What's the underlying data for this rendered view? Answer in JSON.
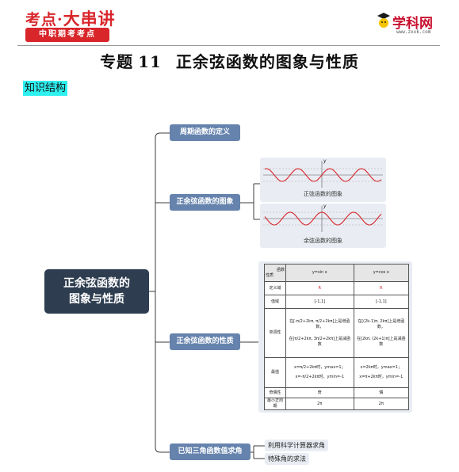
{
  "header": {
    "brand_a": "考点",
    "brand_sep": "·",
    "brand_b": "大串讲",
    "brand_sub": "中职期考考点",
    "logo_text": "学科网",
    "logo_url": "www.zxxk.com",
    "colors": {
      "brand": "#d8262b",
      "logo": "#c8102e"
    }
  },
  "title": {
    "prefix": "专题",
    "num": "11",
    "text": "正余弦函数的图象与性质"
  },
  "keyword": "知识结构",
  "map": {
    "root": [
      "正余弦函数的",
      "图象与性质"
    ],
    "branches": [
      "周期函数的定义",
      "正余弦函数的图象",
      "正余弦函数的性质",
      "已知三角函数值求角"
    ],
    "graph_captions": [
      "正弦函数的图象",
      "余弦函数的图象"
    ],
    "graph_axis_y": "y",
    "leaves": [
      "利用科学计算器求角",
      "特殊角的求法"
    ],
    "colors": {
      "root": "#2e3d50",
      "branch": "#6683ad",
      "panel": "#e9edf3",
      "curve": "#d8262b"
    }
  },
  "table": {
    "head": {
      "func": "函数",
      "prop": "性质",
      "sin": "y=sin x",
      "cos": "y=cos x"
    },
    "rows": [
      {
        "label": "定义域",
        "sin": "R",
        "cos": "R"
      },
      {
        "label": "值域",
        "sin": "[-1,1]",
        "cos": "[-1,1]"
      },
      {
        "label": "单调性",
        "sin": [
          "在[-π/2+2kπ, π/2+2kπ]上是增函数，",
          "在[π/2+2kπ, 3π/2+2kπ]上是减函数"
        ],
        "cos": [
          "在[(2k-1)π, 2kπ]上是增函数，",
          "在[2kπ, (2k+1)π]上是减函数"
        ]
      },
      {
        "label": "最值",
        "sin": [
          "x=π/2+2kπ时，ymax=1；",
          "x=-π/2+2kπ时，ymin=-1"
        ],
        "cos": [
          "x=2kπ时，ymax=1；",
          "x=π+2kπ时，ymin=-1"
        ]
      },
      {
        "label": "奇偶性",
        "sin": "奇",
        "cos": "偶"
      },
      {
        "label": "最小正周期",
        "sin": "2π",
        "cos": "2π"
      }
    ]
  }
}
